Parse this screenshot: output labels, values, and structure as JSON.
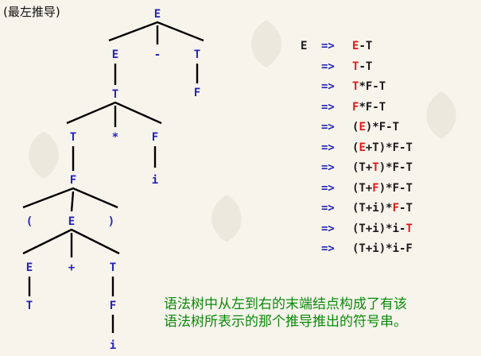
{
  "title": "(最左推导)",
  "tree": {
    "nodes": [
      {
        "id": "n1",
        "label": "E"
      },
      {
        "id": "n2",
        "label": "E"
      },
      {
        "id": "n3",
        "label": "-"
      },
      {
        "id": "n4",
        "label": "T"
      },
      {
        "id": "n5",
        "label": "T"
      },
      {
        "id": "n6",
        "label": "F"
      },
      {
        "id": "n7",
        "label": "T"
      },
      {
        "id": "n8",
        "label": "*"
      },
      {
        "id": "n9",
        "label": "F"
      },
      {
        "id": "n10",
        "label": "F"
      },
      {
        "id": "n11",
        "label": "i"
      },
      {
        "id": "n12",
        "label": "("
      },
      {
        "id": "n13",
        "label": "E"
      },
      {
        "id": "n14",
        "label": ")"
      },
      {
        "id": "n15",
        "label": "E"
      },
      {
        "id": "n16",
        "label": "+"
      },
      {
        "id": "n17",
        "label": "T"
      },
      {
        "id": "n18",
        "label": "T"
      },
      {
        "id": "n19",
        "label": "F"
      },
      {
        "id": "n20",
        "label": "i"
      }
    ],
    "edges": [
      [
        "n1",
        "n2"
      ],
      [
        "n1",
        "n3"
      ],
      [
        "n1",
        "n4"
      ],
      [
        "n2",
        "n5"
      ],
      [
        "n4",
        "n6"
      ],
      [
        "n5",
        "n7"
      ],
      [
        "n5",
        "n8"
      ],
      [
        "n5",
        "n9"
      ],
      [
        "n7",
        "n10"
      ],
      [
        "n9",
        "n11"
      ],
      [
        "n10",
        "n12"
      ],
      [
        "n10",
        "n13"
      ],
      [
        "n10",
        "n14"
      ],
      [
        "n13",
        "n15"
      ],
      [
        "n13",
        "n16"
      ],
      [
        "n13",
        "n17"
      ],
      [
        "n15",
        "n18"
      ],
      [
        "n17",
        "n19"
      ],
      [
        "n19",
        "n20"
      ]
    ]
  },
  "derivation": {
    "start": "E",
    "arrow": "=>",
    "steps": [
      {
        "pre": "",
        "hl": "E",
        "post": "-T"
      },
      {
        "pre": "",
        "hl": "T",
        "post": "-T"
      },
      {
        "pre": "",
        "hl": "T",
        "post": "*F-T"
      },
      {
        "pre": "",
        "hl": "F",
        "post": "*F-T"
      },
      {
        "pre": "(",
        "hl": "E",
        "post": ")*F-T"
      },
      {
        "pre": "(",
        "hl": "E",
        "post": "+T)*F-T"
      },
      {
        "pre": "(T+",
        "hl": "T",
        "post": ")*F-T"
      },
      {
        "pre": "(T+",
        "hl": "F",
        "post": ")*F-T"
      },
      {
        "pre": "(T+i)*",
        "hl": "F",
        "post": "-T"
      },
      {
        "pre": "(T+i)*i-",
        "hl": "T",
        "post": ""
      },
      {
        "pre": "(T+i)*i-F",
        "hl": "",
        "post": ""
      }
    ]
  },
  "caption": {
    "line1": "语法树中从左到右的末端结点构成了有该",
    "line2": "语法树所表示的那个推导推出的符号串。"
  },
  "colors": {
    "node": "#2323b8",
    "highlight": "#e01818",
    "caption": "#0a8a0a",
    "arrow": "#2323b8"
  }
}
